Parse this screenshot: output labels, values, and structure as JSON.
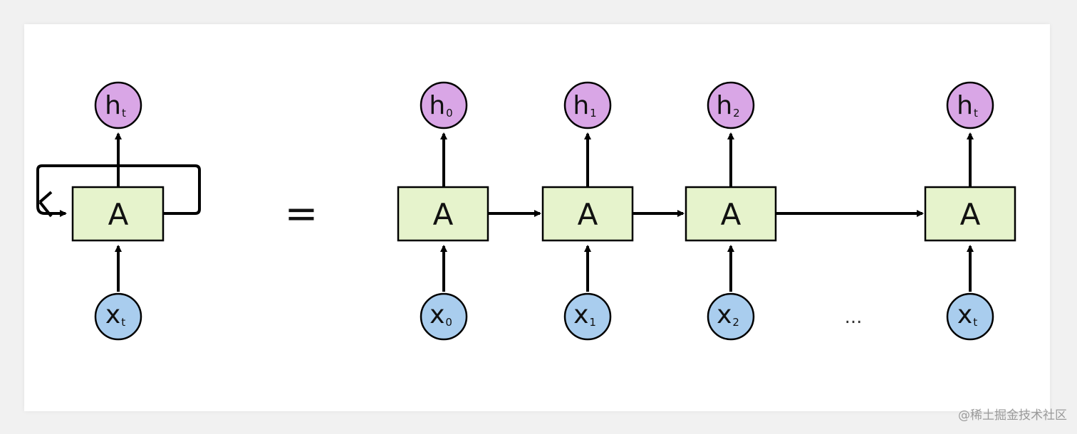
{
  "box_label": "A",
  "equals": "=",
  "ellipsis": "...",
  "watermark": "@稀土掘金技术社区",
  "colors": {
    "cell_fill": "#e6f3cc",
    "hidden_node": "#d9a6e6",
    "input_node": "#a9cdee"
  },
  "folded": {
    "output": {
      "main": "h",
      "sub": "t"
    },
    "input": {
      "main": "x",
      "sub": "t"
    }
  },
  "unrolled": [
    {
      "output": {
        "main": "h",
        "sub": "0"
      },
      "input": {
        "main": "x",
        "sub": "0"
      }
    },
    {
      "output": {
        "main": "h",
        "sub": "1"
      },
      "input": {
        "main": "x",
        "sub": "1"
      }
    },
    {
      "output": {
        "main": "h",
        "sub": "2"
      },
      "input": {
        "main": "x",
        "sub": "2"
      }
    },
    {
      "output": {
        "main": "h",
        "sub": "t"
      },
      "input": {
        "main": "x",
        "sub": "t"
      }
    }
  ]
}
